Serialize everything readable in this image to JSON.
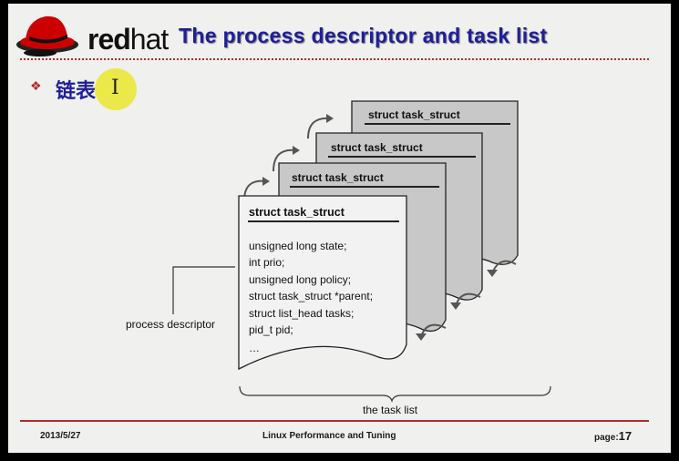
{
  "header": {
    "brand_red": "red",
    "brand_hat": "hat",
    "title": "The process descriptor and task list"
  },
  "bullet": {
    "symbol": "❖",
    "heading": "链表",
    "cursor": "I"
  },
  "diagram": {
    "box_titles": [
      "struct task_struct",
      "struct task_struct",
      "struct task_struct",
      "struct task_struct"
    ],
    "fields": [
      "unsigned long state;",
      "int prio;",
      "unsigned long policy;",
      "struct task_struct *parent;",
      "struct list_head tasks;",
      "pid_t pid;",
      "…"
    ],
    "callout_label": "process descriptor",
    "list_label": "the task list"
  },
  "footer": {
    "date": "2013/5/27",
    "course": "Linux Performance and Tuning",
    "page_label": "page:",
    "page_number": "17"
  },
  "colors": {
    "title": "#1f1f9a",
    "rule": "#b52b2b",
    "highlight": "#ebe84a",
    "card_fill": "#c8c8c8",
    "front_card_fill": "#f2f2f2",
    "logo_red": "#cc0000"
  }
}
